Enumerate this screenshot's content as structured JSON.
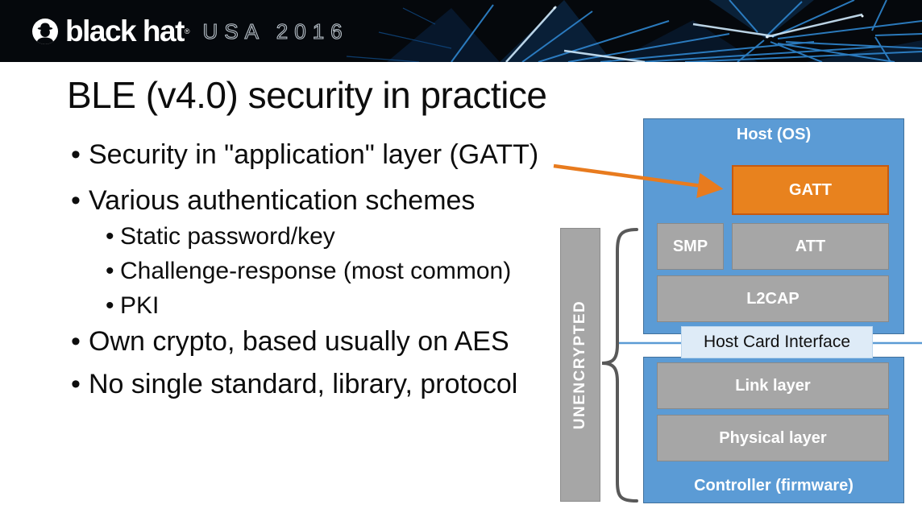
{
  "banner": {
    "brand": "black hat",
    "reg_mark": "®",
    "event": "USA 2016"
  },
  "slide": {
    "title": "BLE (v4.0) security in practice",
    "bullets": [
      {
        "level": 1,
        "text": "Security in \"application\" layer (GATT)"
      },
      {
        "level": 1,
        "text": "Various authentication schemes"
      },
      {
        "level": 2,
        "text": "Static password/key"
      },
      {
        "level": 2,
        "text": "Challenge-response (most common)"
      },
      {
        "level": 2,
        "text": "PKI"
      },
      {
        "level": 1,
        "text": "Own crypto, based usually on AES"
      },
      {
        "level": 1,
        "text": "No single standard, library, protocol"
      }
    ]
  },
  "diagram": {
    "host_group_label": "Host (OS)",
    "controller_group_label": "Controller (firmware)",
    "unencrypted_label": "UNENCRYPTED",
    "hci_label": "Host Card Interface",
    "layers": {
      "gatt": "GATT",
      "smp": "SMP",
      "att": "ATT",
      "l2cap": "L2CAP",
      "link": "Link layer",
      "physical": "Physical layer"
    },
    "colors": {
      "host_blue": "#5B9BD5",
      "gatt_orange": "#E8821E",
      "layer_gray": "#A6A6A6",
      "hci_light_blue": "#DEEBF7",
      "arrow_orange": "#E87B1E",
      "brace_gray": "#595959"
    }
  }
}
